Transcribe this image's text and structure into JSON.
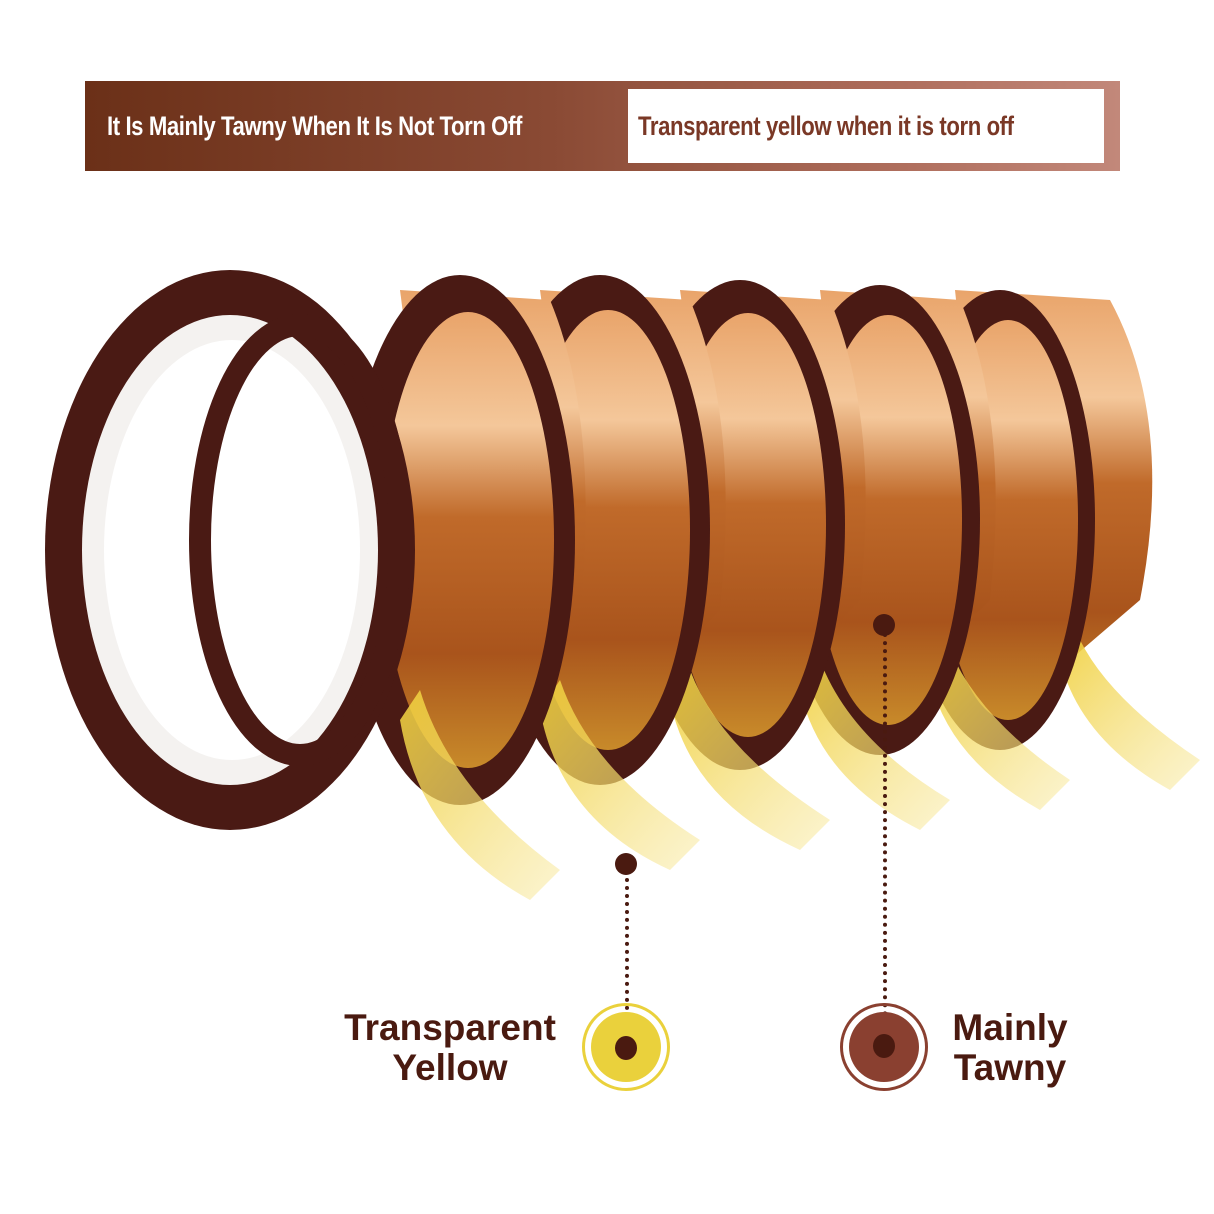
{
  "banner": {
    "left_text": "It Is Mainly Tawny When It Is Not Torn Off",
    "right_text": "Transparent yellow when it is torn off",
    "colors": {
      "dark_brown": "#6b3018",
      "light_brown": "#c2887a",
      "text_brown": "#7a3826"
    }
  },
  "product": {
    "name": "tape-rolls",
    "roll_count": 6,
    "colors": {
      "tawny": "#b8672a",
      "edge": "#4a1a14",
      "transparent_yellow": "#f3dc6a"
    }
  },
  "legend": {
    "yellow_label_line1": "Transparent",
    "yellow_label_line2": "Yellow",
    "tawny_label_line1": "Mainly",
    "tawny_label_line2": "Tawny",
    "colors": {
      "yellow": "#ead13c",
      "tawny": "#8a4030",
      "text": "#4a1a10"
    }
  }
}
